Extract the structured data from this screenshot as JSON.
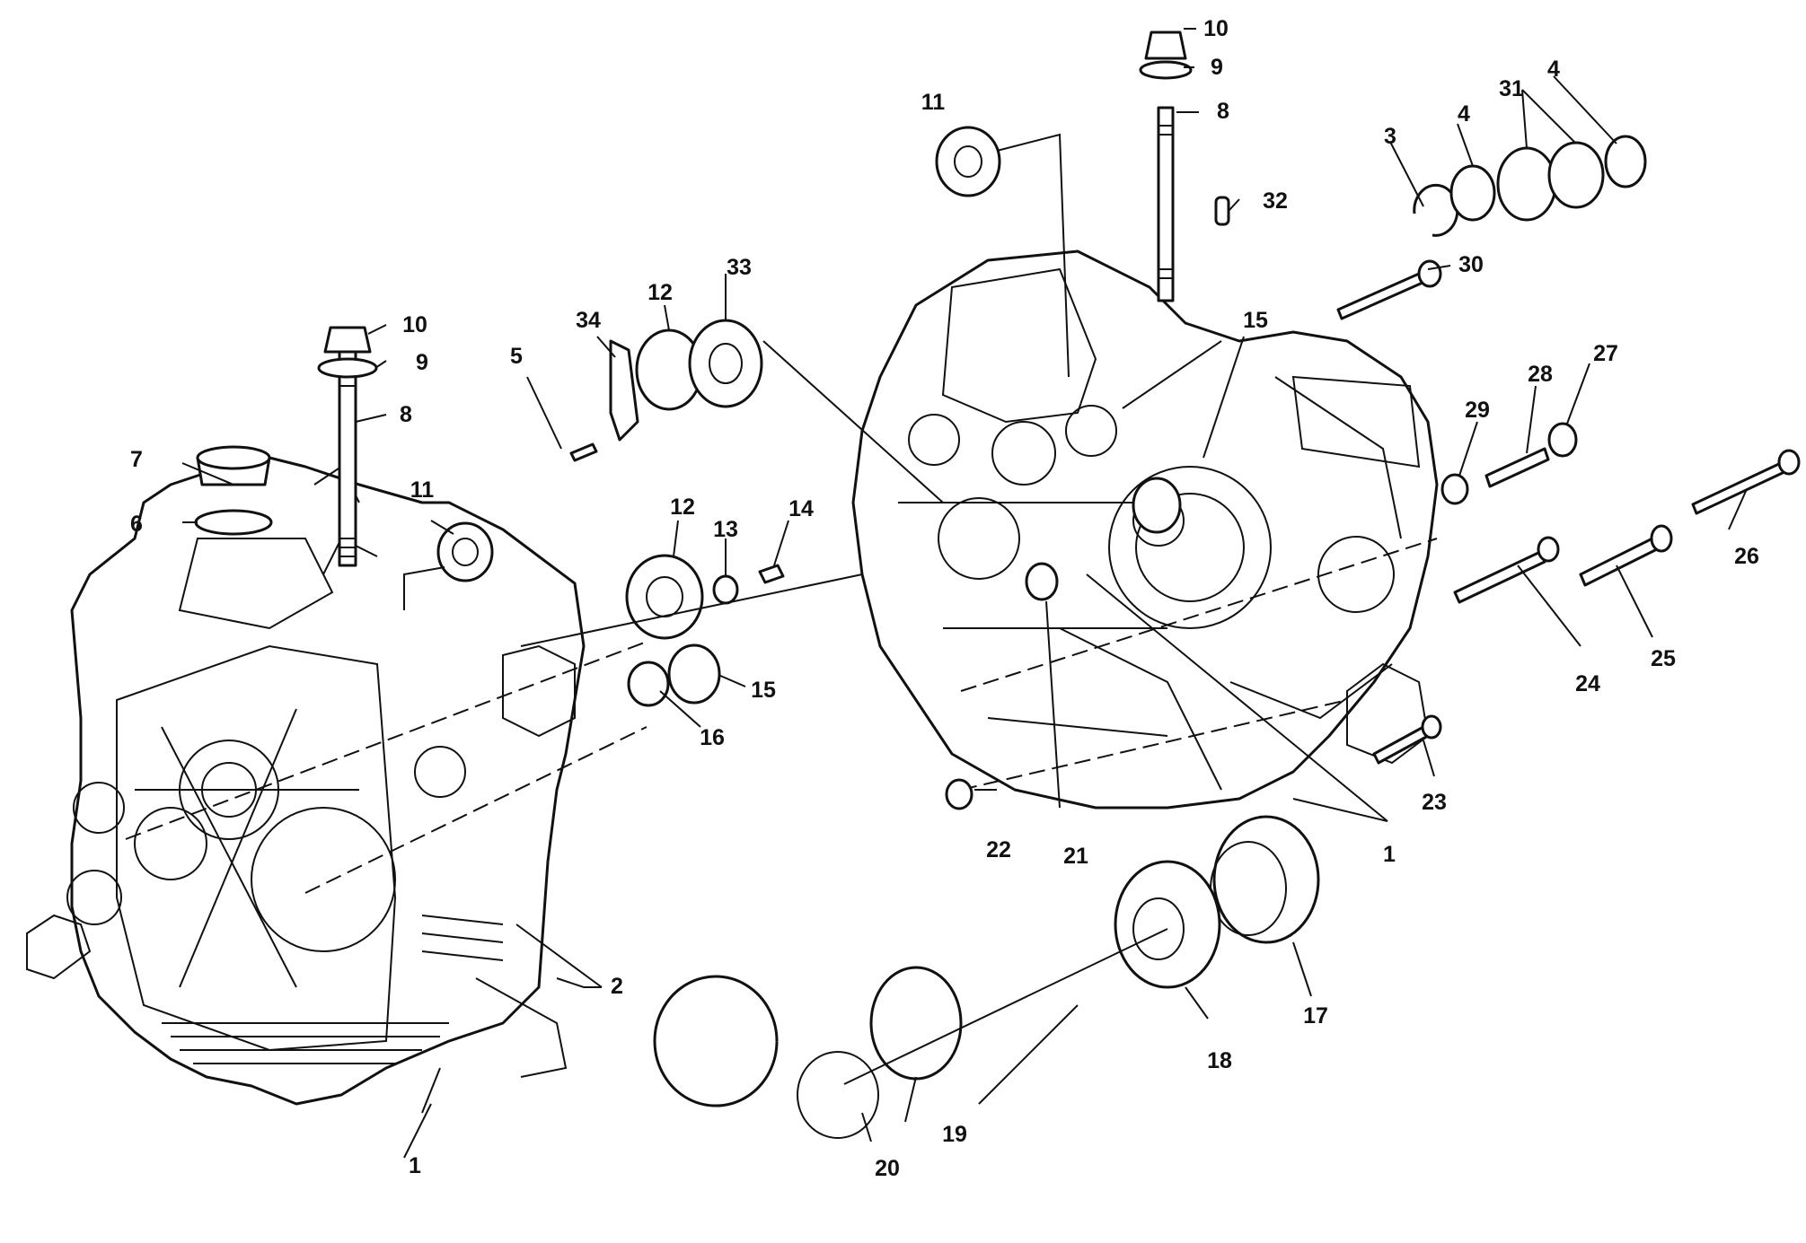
{
  "diagram": {
    "callouts": [
      {
        "id": "lc-1",
        "text": "1"
      },
      {
        "id": "lc-2",
        "text": "2"
      },
      {
        "id": "lc-5",
        "text": "5"
      },
      {
        "id": "lc-6",
        "text": "6"
      },
      {
        "id": "lc-7",
        "text": "7"
      },
      {
        "id": "lc-8",
        "text": "8"
      },
      {
        "id": "lc-9",
        "text": "9"
      },
      {
        "id": "lc-10",
        "text": "10"
      },
      {
        "id": "lc-11",
        "text": "11"
      },
      {
        "id": "lc-12a",
        "text": "12"
      },
      {
        "id": "lc-12b",
        "text": "12"
      },
      {
        "id": "lc-13",
        "text": "13"
      },
      {
        "id": "lc-14",
        "text": "14"
      },
      {
        "id": "lc-15",
        "text": "15"
      },
      {
        "id": "lc-16",
        "text": "16"
      },
      {
        "id": "lc-33",
        "text": "33"
      },
      {
        "id": "lc-34",
        "text": "34"
      },
      {
        "id": "lc-19",
        "text": "19"
      },
      {
        "id": "lc-20",
        "text": "20"
      },
      {
        "id": "rc-1",
        "text": "1"
      },
      {
        "id": "rc-3",
        "text": "3"
      },
      {
        "id": "rc-4a",
        "text": "4"
      },
      {
        "id": "rc-4b",
        "text": "4"
      },
      {
        "id": "rc-8",
        "text": "8"
      },
      {
        "id": "rc-9",
        "text": "9"
      },
      {
        "id": "rc-10",
        "text": "10"
      },
      {
        "id": "rc-11",
        "text": "11"
      },
      {
        "id": "rc-15",
        "text": "15"
      },
      {
        "id": "rc-17",
        "text": "17"
      },
      {
        "id": "rc-18",
        "text": "18"
      },
      {
        "id": "rc-21",
        "text": "21"
      },
      {
        "id": "rc-22",
        "text": "22"
      },
      {
        "id": "rc-23",
        "text": "23"
      },
      {
        "id": "rc-24",
        "text": "24"
      },
      {
        "id": "rc-25",
        "text": "25"
      },
      {
        "id": "rc-26",
        "text": "26"
      },
      {
        "id": "rc-27",
        "text": "27"
      },
      {
        "id": "rc-28",
        "text": "28"
      },
      {
        "id": "rc-29",
        "text": "29"
      },
      {
        "id": "rc-30",
        "text": "30"
      },
      {
        "id": "rc-31",
        "text": "31"
      },
      {
        "id": "rc-32",
        "text": "32"
      }
    ]
  }
}
